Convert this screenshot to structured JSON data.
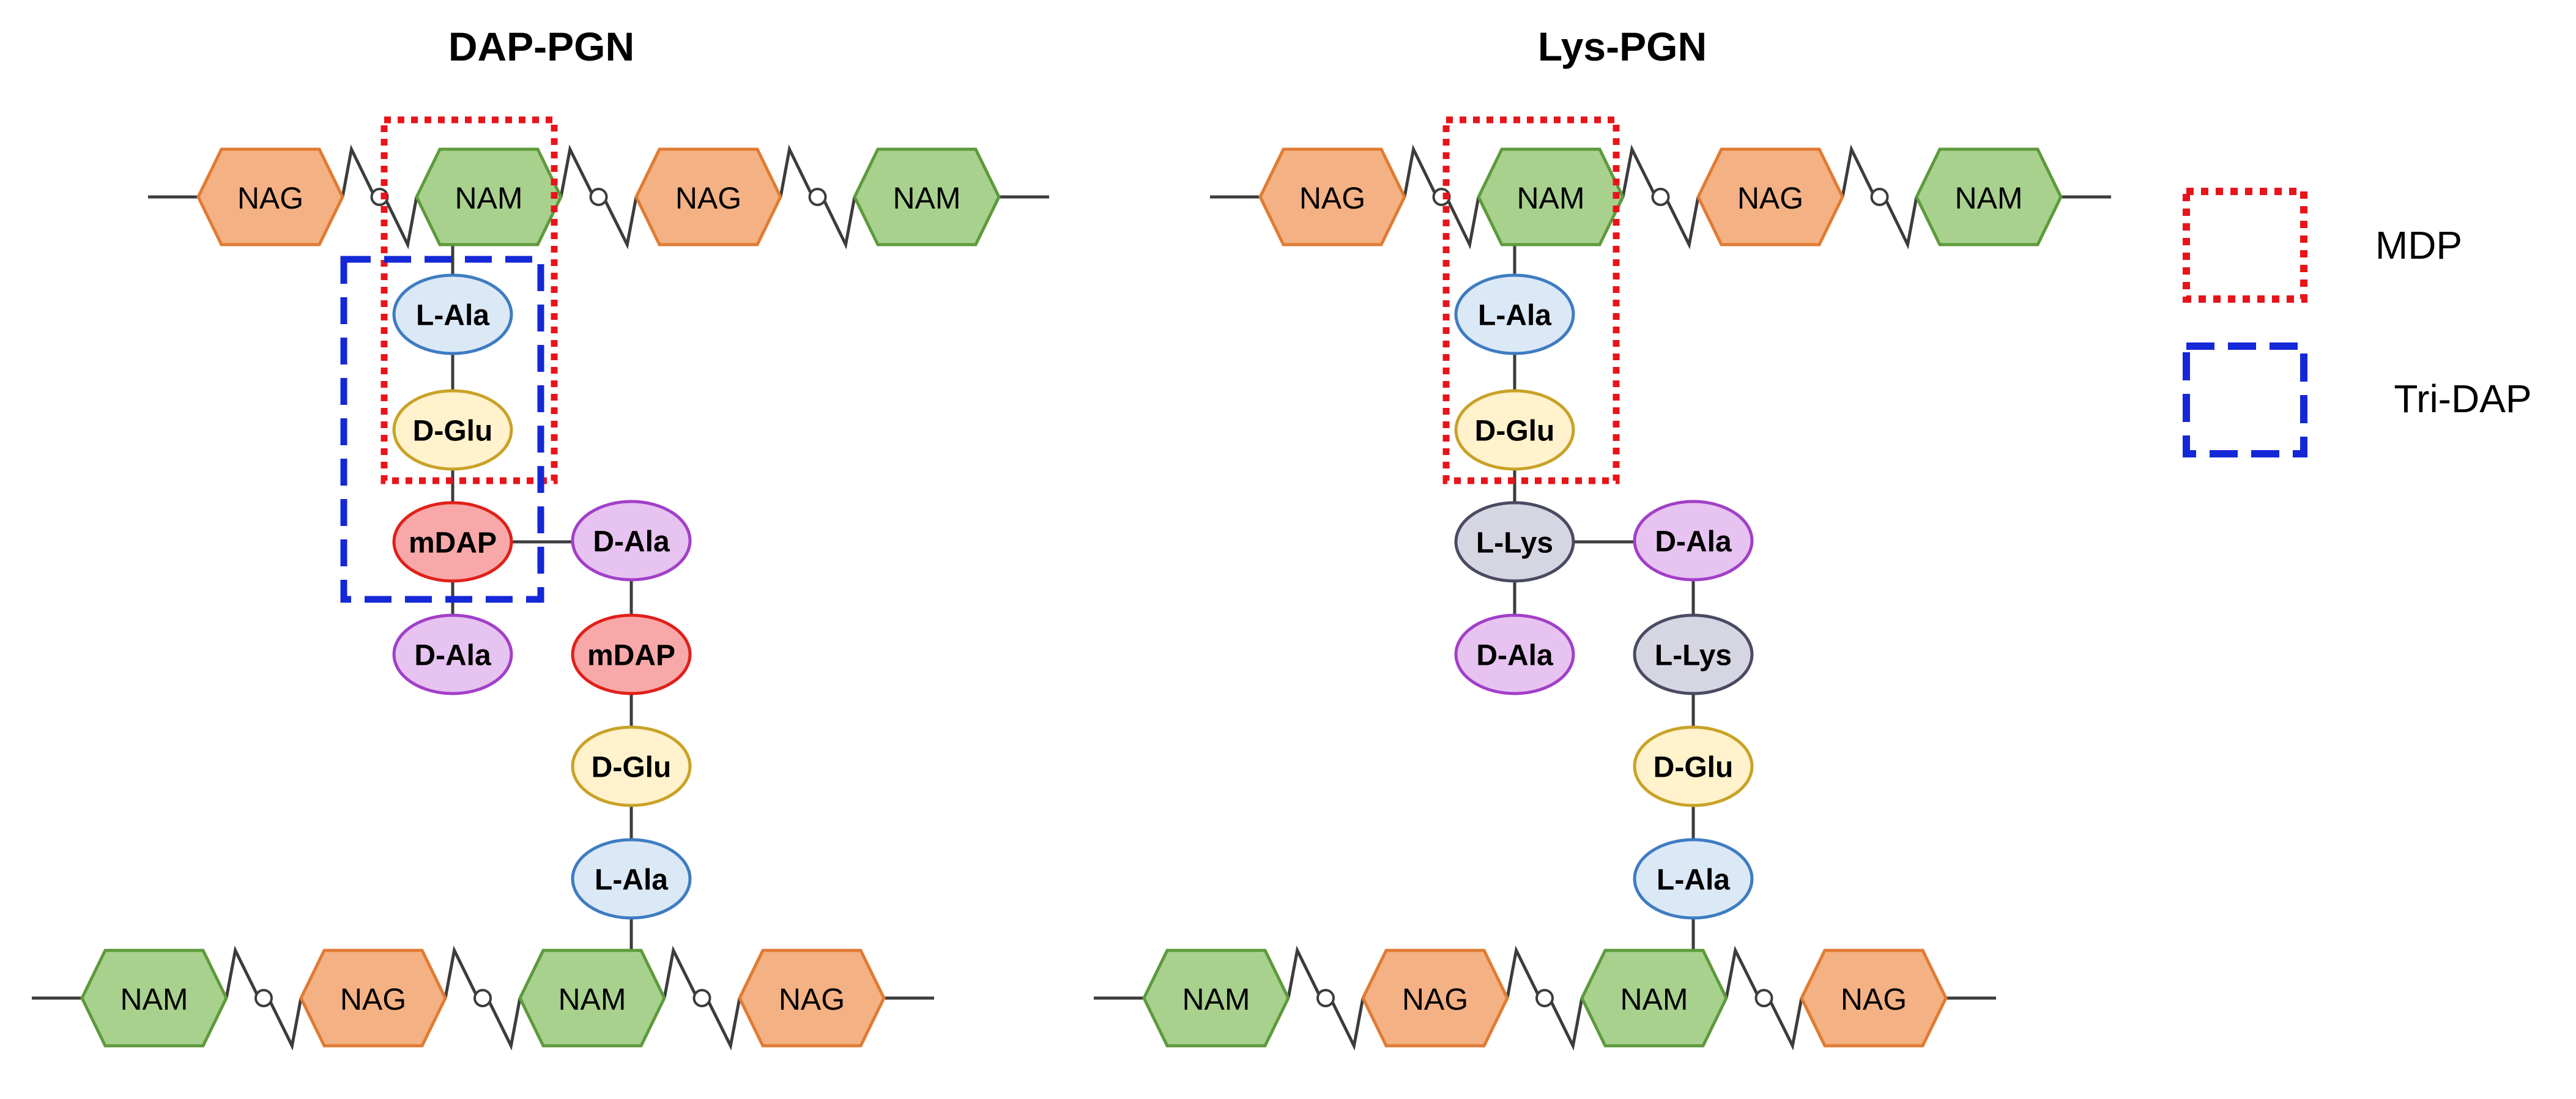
{
  "panels": [
    {
      "id": "dap",
      "title": "DAP-PGN",
      "top_chain": [
        "NAG",
        "NAM",
        "NAG",
        "NAM"
      ],
      "bottom_chain": [
        "NAM",
        "NAG",
        "NAM",
        "NAG"
      ],
      "glycosidic_link": "O",
      "stem_left": [
        "L-Ala",
        "D-Glu",
        "mDAP",
        "D-Ala"
      ],
      "stem_right": [
        "D-Ala",
        "mDAP",
        "D-Glu",
        "L-Ala"
      ]
    },
    {
      "id": "lys",
      "title": "Lys-PGN",
      "top_chain": [
        "NAG",
        "NAM",
        "NAG",
        "NAM"
      ],
      "bottom_chain": [
        "NAM",
        "NAG",
        "NAM",
        "NAG"
      ],
      "glycosidic_link": "O",
      "stem_left": [
        "L-Ala",
        "D-Glu",
        "L-Lys",
        "D-Ala"
      ],
      "stem_right": [
        "D-Ala",
        "L-Lys",
        "D-Glu",
        "L-Ala"
      ]
    }
  ],
  "legend": [
    {
      "label": "MDP",
      "style": "dotted",
      "color": "#e8141a"
    },
    {
      "label": "Tri-DAP",
      "style": "dashed",
      "color": "#1428d8"
    }
  ],
  "colors": {
    "NAG": {
      "fill": "#f4b183",
      "stroke": "#e07b33"
    },
    "NAM": {
      "fill": "#a9d18e",
      "stroke": "#5e9a3c"
    },
    "L-Ala": {
      "fill": "#dbe8f6",
      "stroke": "#3e7cc2"
    },
    "D-Glu": {
      "fill": "#fff2cc",
      "stroke": "#c9a227"
    },
    "mDAP": {
      "fill": "#f8a8a8",
      "stroke": "#e0201a"
    },
    "D-Ala": {
      "fill": "#e6c3f0",
      "stroke": "#a23fc8"
    },
    "L-Lys": {
      "fill": "#d6d6e2",
      "stroke": "#4a4a62"
    },
    "line": "#3c3c3c"
  }
}
